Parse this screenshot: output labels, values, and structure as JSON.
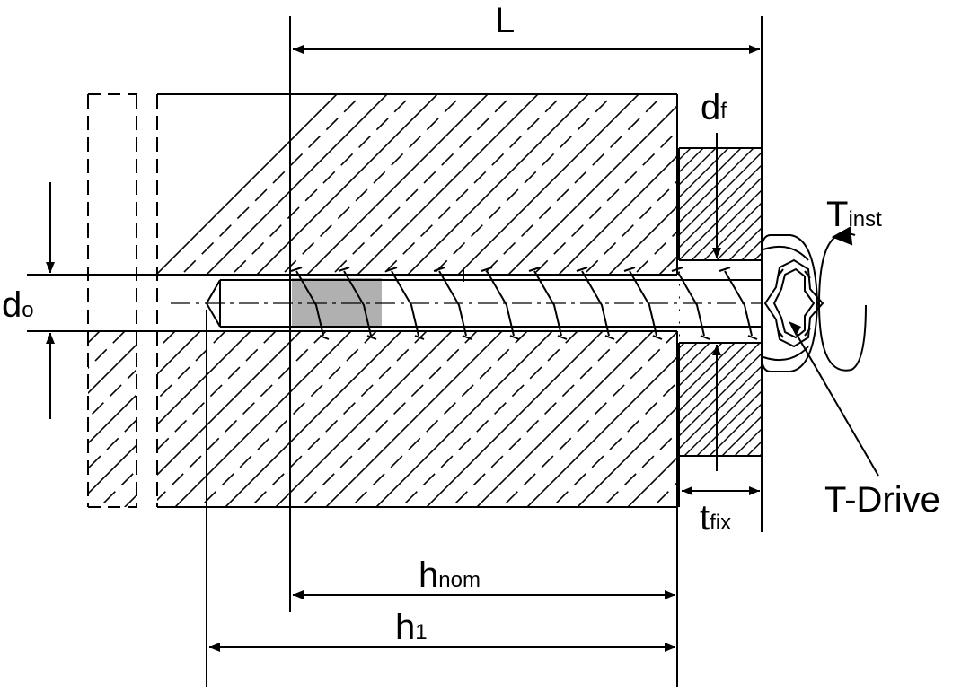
{
  "labels": {
    "L": "L",
    "d_f": {
      "main": "d",
      "sub": "f"
    },
    "T_inst": {
      "main": "T",
      "sub": "inst"
    },
    "d_o": {
      "main": "d",
      "sub": "o"
    },
    "T_drive": "T-Drive",
    "t_fix": {
      "main": "t",
      "sub": "fix"
    },
    "h_nom": {
      "main": "h",
      "sub": "nom"
    },
    "h_1": {
      "main": "h",
      "sub": "1"
    }
  },
  "colors": {
    "line": "#000000",
    "thread_highlight": "#b0b0b0",
    "background": "#ffffff"
  }
}
